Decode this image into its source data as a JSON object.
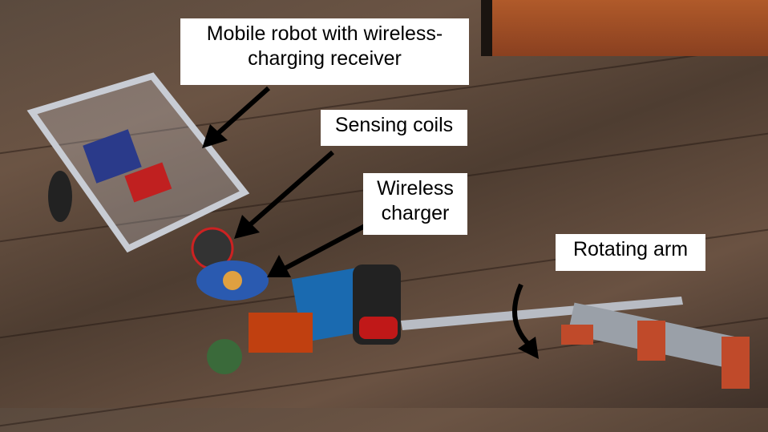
{
  "labels": {
    "mobile_robot": "Mobile robot with wireless-charging receiver",
    "sensing_coils": "Sensing coils",
    "wireless_charger": "Wireless charger",
    "rotating_arm": "Rotating arm"
  }
}
